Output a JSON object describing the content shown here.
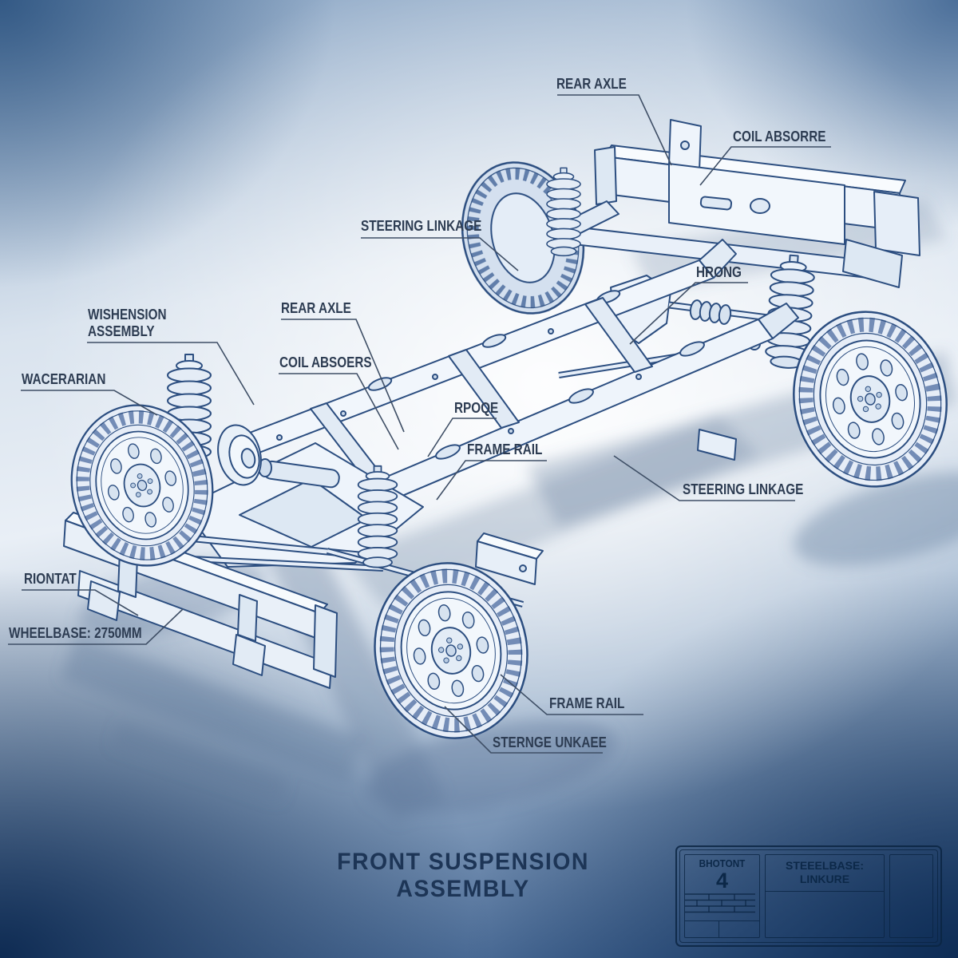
{
  "title": {
    "text": "FRONT SUSPENSION\nASSEMBLY"
  },
  "labels": [
    {
      "id": "rear-axle-top",
      "text": "REAR AXLE"
    },
    {
      "id": "coil-absorre",
      "text": "COIL ABSORRE"
    },
    {
      "id": "steering-linkage-top",
      "text": "STEERING LINKAGE"
    },
    {
      "id": "hrong",
      "text": "HRONG"
    },
    {
      "id": "wishension-assembly",
      "text": "WISHENSION\nASSEMBLY"
    },
    {
      "id": "wacerarian",
      "text": "WACERARIAN"
    },
    {
      "id": "rear-axle-mid",
      "text": "REAR AXLE"
    },
    {
      "id": "coil-absoers",
      "text": "COIL ABSOERS"
    },
    {
      "id": "rpoqe",
      "text": "RPOQE"
    },
    {
      "id": "frame-rail-mid",
      "text": "FRAME RAIL"
    },
    {
      "id": "steering-linkage-right",
      "text": "STEERING LINKAGE"
    },
    {
      "id": "riontat",
      "text": "RIONTAT"
    },
    {
      "id": "wheelbase",
      "text": "WHEELBASE: 2750MM"
    },
    {
      "id": "frame-rail-bottom",
      "text": "FRAME RAIL"
    },
    {
      "id": "sternge-unkaee",
      "text": "STERNGE UNKAEE"
    }
  ],
  "title_block": {
    "part_name": "BHOTONT",
    "part_number": "4",
    "spec": "STEEELBASE:\nLINKURE"
  },
  "colors": {
    "ink": "#2c4e80",
    "label_ink": "#2d3c52",
    "title_ink": "#1d3556",
    "block_ink": "#0c2848",
    "shadow": "#5d7698"
  }
}
